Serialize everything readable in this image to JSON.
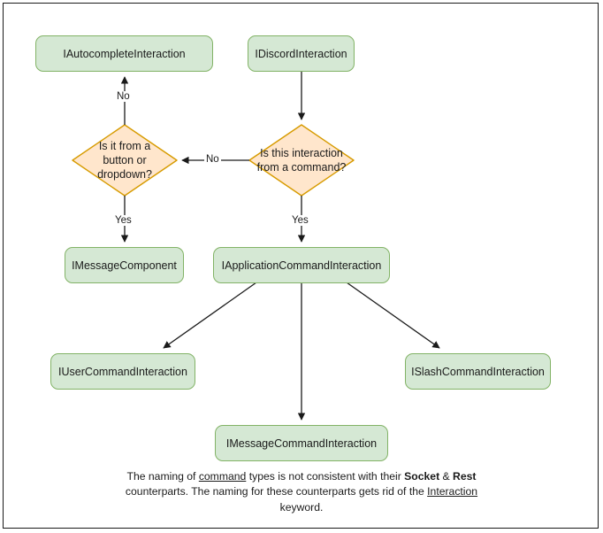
{
  "diagram": {
    "title": "Discord interaction type hierarchy flowchart",
    "colors": {
      "box_fill": "#d5e8d4",
      "box_stroke": "#82b366",
      "diamond_fill": "#ffe6cc",
      "diamond_stroke": "#d79b00",
      "edge_stroke": "#1a1a1a",
      "frame_stroke": "#1a1a1a",
      "background": "#ffffff"
    },
    "nodes": {
      "autocomplete": "IAutocompleteInteraction",
      "discord": "IDiscordInteraction",
      "decision_button": "Is it from a button or dropdown?",
      "decision_command": "Is this interaction from a command?",
      "message_component": "IMessageComponent",
      "application_command": "IApplicationCommandInteraction",
      "user_command": "IUserCommandInteraction",
      "slash_command": "ISlashCommandInteraction",
      "message_command": "IMessageCommandInteraction"
    },
    "edge_labels": {
      "no_up": "No",
      "no_left": "No",
      "yes_left": "Yes",
      "yes_right": "Yes"
    },
    "footer": {
      "line1_part1": "The naming of ",
      "line1_underlined": "command",
      "line1_part2": " types is not consistent with their",
      "line2_bold1": "Socket",
      "line2_amp": " & ",
      "line2_bold2": "Rest",
      "line2_rest": " counterparts. The naming for these",
      "line3_part1": "counterparts gets rid of the ",
      "line3_underlined": "Interaction",
      "line3_part2": " keyword."
    }
  }
}
